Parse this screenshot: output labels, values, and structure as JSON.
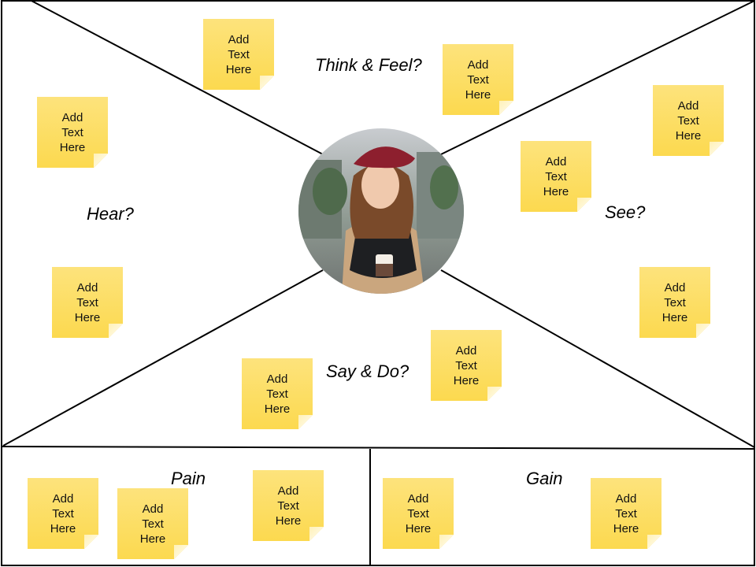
{
  "sections": {
    "think_feel": "Think & Feel?",
    "hear": "Hear?",
    "see": "See?",
    "say_do": "Say & Do?",
    "pain": "Pain",
    "gain": "Gain"
  },
  "notes": [
    {
      "text": "Add\nText\nHere"
    },
    {
      "text": "Add\nText\nHere"
    },
    {
      "text": "Add\nText\nHere"
    },
    {
      "text": "Add\nText\nHere"
    },
    {
      "text": "Add\nText\nHere"
    },
    {
      "text": "Add\nText\nHere"
    },
    {
      "text": "Add\nText\nHere"
    },
    {
      "text": "Add\nText\nHere"
    },
    {
      "text": "Add\nText\nHere"
    },
    {
      "text": "Add\nText\nHere"
    },
    {
      "text": "Add\nText\nHere"
    },
    {
      "text": "Add\nText\nHere"
    },
    {
      "text": "Add\nText\nHere"
    },
    {
      "text": "Add\nText\nHere"
    }
  ],
  "colors": {
    "note": "#fcd94f",
    "line": "#000000"
  }
}
